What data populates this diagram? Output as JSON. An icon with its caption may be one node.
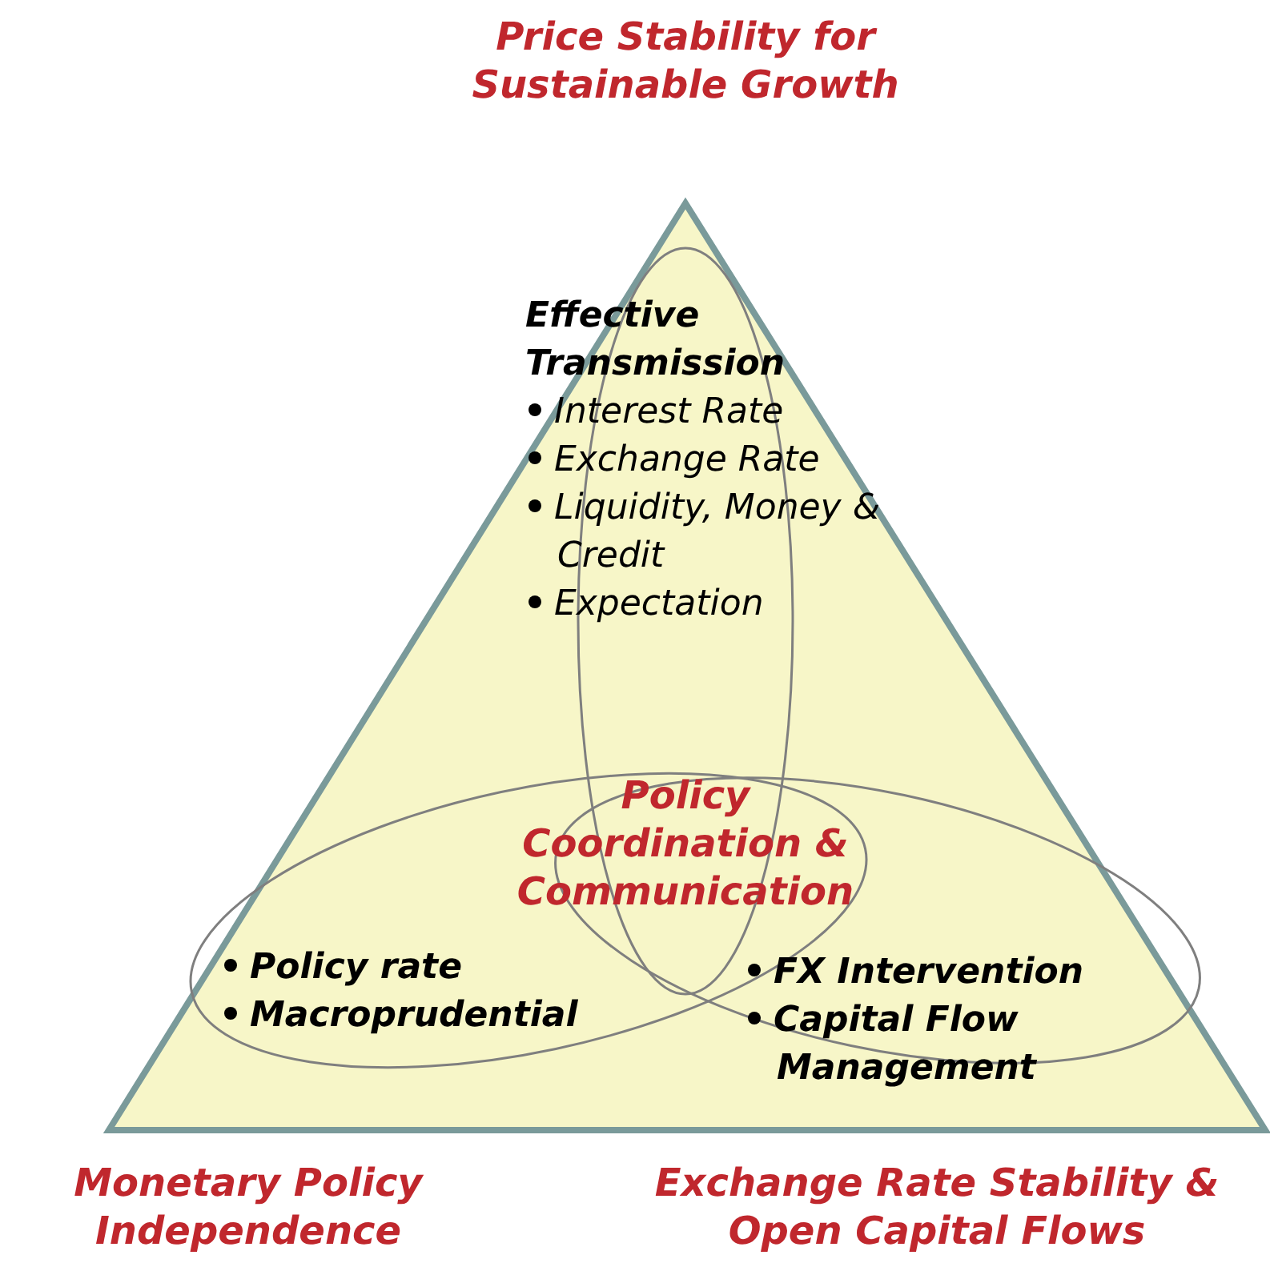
{
  "diagram": {
    "nodes": [
      {
        "text": [
          "Effective Transmission",
          "Interest Rate",
          "Exchange Rate",
          "Liquidity, Money & Credit",
          "Expectation"
        ]
      },
      {
        "text": [
          "Policy rate",
          "Macroprudential"
        ]
      },
      {
        "text": [
          "FX Intervention",
          "Capital Flow Management"
        ]
      }
    ],
    "edges": [],
    "labels": [
      "Price Stability for Sustainable Growth",
      "Policy Coordination & Communication",
      "Monetary Policy Independence",
      "Exchange Rate Stability & Open Capital Flows"
    ]
  }
}
